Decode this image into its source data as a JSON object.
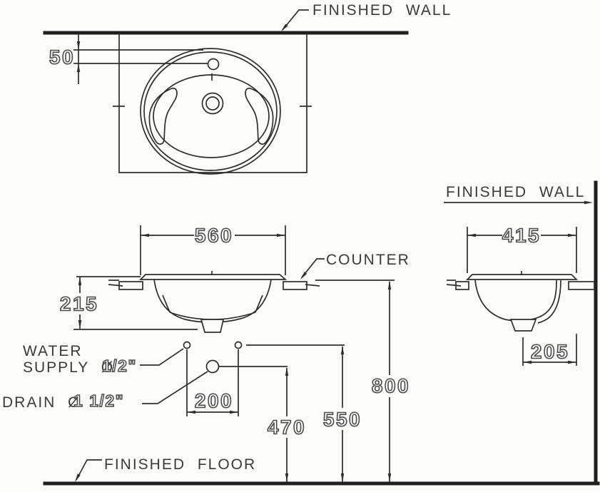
{
  "plan_view": {
    "finished_wall_label": "FINISHED WALL",
    "dim_faucet_hole_offset": "50"
  },
  "front_view": {
    "dim_width": "560",
    "dim_bowl_depth": "215",
    "counter_label": "COUNTER",
    "water_supply_label_line1": "WATER",
    "water_supply_label_line2": "SUPPLY Ø",
    "water_supply_size": "1/2\"",
    "drain_label": "DRAIN Ø",
    "drain_size": "1 1/2\"",
    "dim_supply_spacing": "200",
    "dim_drain_height": "470",
    "dim_supply_height": "550",
    "dim_counter_height": "800",
    "finished_floor_label": "FINISHED FLOOR"
  },
  "side_view": {
    "finished_wall_label": "FINISHED WALL",
    "dim_depth": "415",
    "dim_drain_offset": "205"
  }
}
